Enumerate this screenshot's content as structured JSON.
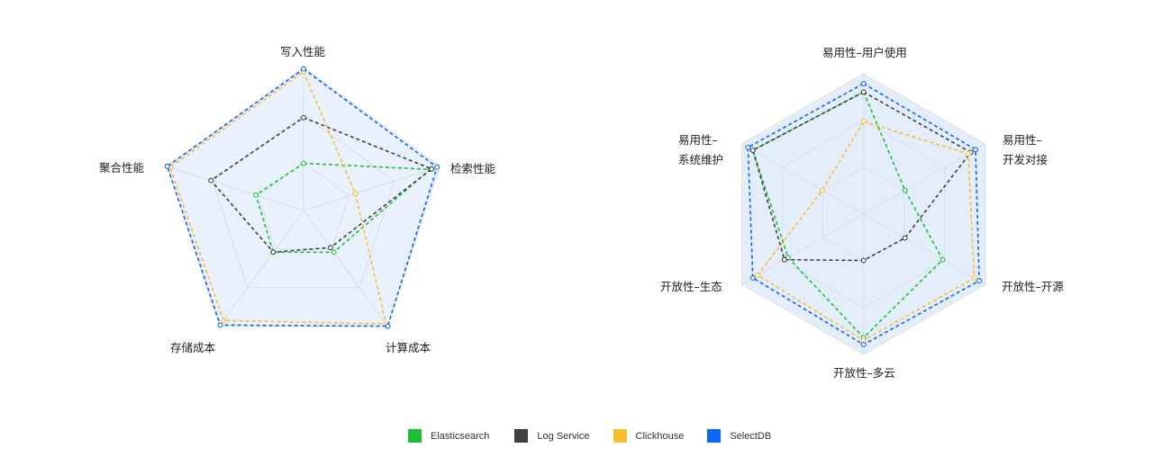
{
  "chart_data": [
    {
      "type": "radar",
      "title": "",
      "axes": [
        "写入性能",
        "检索性能",
        "计算成本",
        "存储成本",
        "聚合性能"
      ],
      "range": [
        0,
        1
      ],
      "grid_rings": 3,
      "series": [
        {
          "name": "Elasticsearch",
          "values": [
            0.33,
            0.93,
            0.36,
            0.36,
            0.35
          ]
        },
        {
          "name": "Log Service",
          "values": [
            0.65,
            0.94,
            0.32,
            0.36,
            0.68
          ]
        },
        {
          "name": "Clickhouse",
          "values": [
            0.97,
            0.38,
            0.98,
            0.95,
            0.98
          ]
        },
        {
          "name": "SelectDB",
          "values": [
            0.99,
            0.98,
            1.0,
            0.99,
            1.0
          ]
        }
      ]
    },
    {
      "type": "radar",
      "title": "",
      "axes": [
        "易用性–用户使用",
        "易用性–开发对接",
        "开放性–开源",
        "开放性–多云",
        "开放性–生态",
        "易用性–系统维护"
      ],
      "range": [
        0,
        1
      ],
      "grid_rings": 3,
      "series": [
        {
          "name": "Elasticsearch",
          "values": [
            0.87,
            0.34,
            0.65,
            0.88,
            0.62,
            0.91
          ]
        },
        {
          "name": "Log Service",
          "values": [
            0.87,
            0.88,
            0.34,
            0.33,
            0.65,
            0.91
          ]
        },
        {
          "name": "Clickhouse",
          "values": [
            0.66,
            0.86,
            0.91,
            0.9,
            0.87,
            0.34
          ]
        },
        {
          "name": "SelectDB",
          "values": [
            0.93,
            0.92,
            0.95,
            0.93,
            0.91,
            0.95
          ]
        }
      ]
    }
  ],
  "left_chart": {
    "labels": {
      "top": "写入性能",
      "right": "检索性能",
      "bottom_right": "计算成本",
      "bottom_left": "存储成本",
      "left": "聚合性能"
    }
  },
  "right_chart": {
    "labels": {
      "top": "易用性–用户使用",
      "upper_right_line1": "易用性–",
      "upper_right_line2": "开发对接",
      "lower_right": "开放性–开源",
      "bottom": "开放性–多云",
      "lower_left": "开放性–生态",
      "upper_left_line1": "易用性–",
      "upper_left_line2": "系统维护"
    }
  },
  "legend": {
    "items": [
      {
        "label": "Elasticsearch",
        "color": "#1fbf3a"
      },
      {
        "label": "Log Service",
        "color": "#404040"
      },
      {
        "label": "Clickhouse",
        "color": "#fbbd2e"
      },
      {
        "label": "SelectDB",
        "color": "#0a66ff"
      }
    ]
  },
  "colors": {
    "grid": "#d6dde8",
    "outer_grid": "#e2e2e2",
    "fill": "#e4eefb"
  }
}
